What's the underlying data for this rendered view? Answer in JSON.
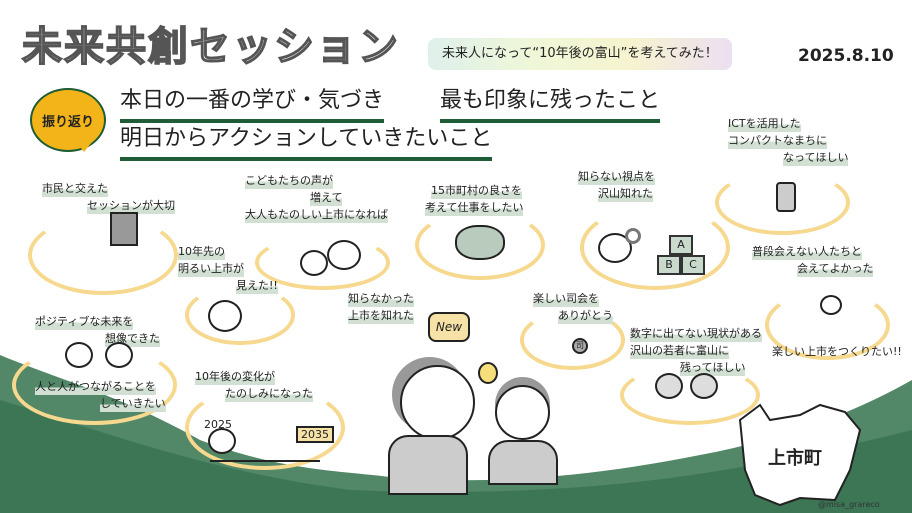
{
  "header": {
    "title": "未来共創セッション",
    "subtitle": "未来人になって“10年後の富山”を考えてみた！",
    "date": "2025.8.10"
  },
  "reflection": {
    "badge": "振り返り",
    "questions": [
      "本日の一番の学び・気づき",
      "最も印象に残ったこと",
      "明日からアクションしていきたいこと"
    ]
  },
  "notes": [
    {
      "lines": [
        "市民と交えた",
        "セッションが大切"
      ]
    },
    {
      "lines": [
        "こどもたちの声が",
        "増えて",
        "大人もたのしい上市になれば"
      ]
    },
    {
      "lines": [
        "15市町村の良さを",
        "考えて仕事をしたい"
      ]
    },
    {
      "lines": [
        "知らない視点を",
        "沢山知れた"
      ]
    },
    {
      "lines": [
        "ICTを活用した",
        "コンパクトなまちに",
        "なってほしい"
      ]
    },
    {
      "lines": [
        "10年先の",
        "明るい上市が",
        "見えた!!"
      ]
    },
    {
      "lines": [
        "普段会えない人たちと",
        "会えてよかった"
      ]
    },
    {
      "lines": [
        "ポジティブな未来を",
        "想像できた"
      ]
    },
    {
      "lines": [
        "人と人がつながることを",
        "していきたい"
      ]
    },
    {
      "lines": [
        "知らなかった",
        "上市を知れた"
      ]
    },
    {
      "lines": [
        "楽しい司会を",
        "ありがとう"
      ]
    },
    {
      "lines": [
        "10年後の変化が",
        "たのしみになった"
      ]
    },
    {
      "lines": [
        "数字に出てない現状がある",
        "沢山の若者に富山に",
        "残ってほしい"
      ]
    },
    {
      "lines": [
        "楽しい上市をつくりたい!!"
      ]
    }
  ],
  "labels": {
    "year_start": "2025",
    "year_end": "2035",
    "new_badge": "New",
    "blocks": [
      "A",
      "B",
      "C"
    ],
    "town": "上市町",
    "credit": "@misa_grareco",
    "mic": "司"
  },
  "colors": {
    "green": "#3f7a58",
    "yellow": "#f6d88e",
    "badge": "#f2b418",
    "underline": "#1f5d36"
  }
}
